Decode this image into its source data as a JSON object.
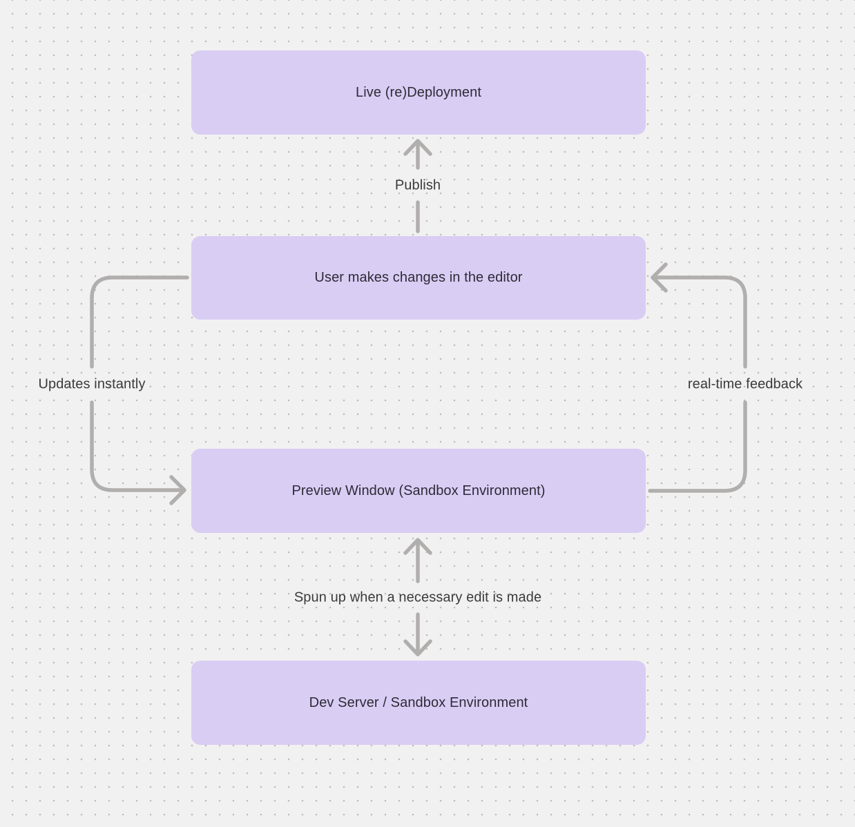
{
  "diagram": {
    "nodes": [
      {
        "id": "live-redeployment",
        "label": "Live (re)Deployment"
      },
      {
        "id": "user-editor",
        "label": "User makes changes in the editor"
      },
      {
        "id": "preview-window",
        "label": "Preview Window (Sandbox Environment)"
      },
      {
        "id": "dev-server",
        "label": "Dev Server / Sandbox Environment"
      }
    ],
    "edges": [
      {
        "id": "publish",
        "label": "Publish",
        "from": "user-editor",
        "to": "live-redeployment",
        "direction": "up"
      },
      {
        "id": "updates-instantly",
        "label": "Updates instantly",
        "from": "user-editor",
        "to": "preview-window",
        "direction": "left-down"
      },
      {
        "id": "real-time-feedback",
        "label": "real-time feedback",
        "from": "preview-window",
        "to": "user-editor",
        "direction": "right-up"
      },
      {
        "id": "spun-up",
        "label": "Spun up when a necessary edit is made",
        "from": "dev-server",
        "to": "preview-window",
        "direction": "up-down"
      }
    ],
    "colors": {
      "node_fill": "#d9cdf4",
      "node_text": "#2e2a36",
      "edge_line": "#b1aeae",
      "edge_label_text": "#3a3a3c",
      "canvas_bg": "#f2f1f1",
      "grid_dot": "#bdbaba"
    }
  }
}
